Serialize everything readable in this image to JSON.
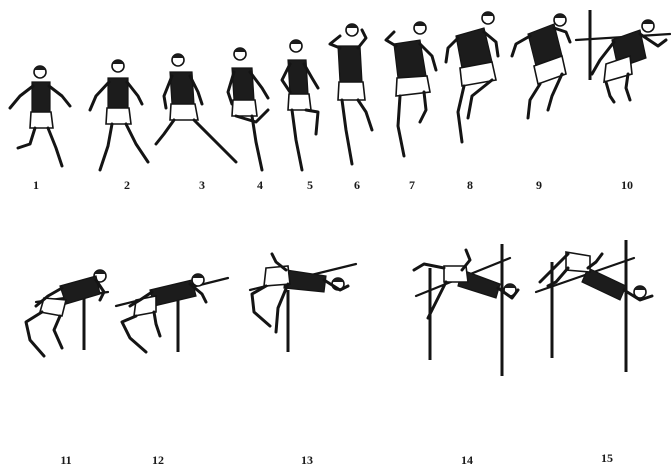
{
  "frames": [
    {
      "label": "1"
    },
    {
      "label": "2"
    },
    {
      "label": "3"
    },
    {
      "label": "4"
    },
    {
      "label": "5"
    },
    {
      "label": "6"
    },
    {
      "label": "7"
    },
    {
      "label": "8"
    },
    {
      "label": "9"
    },
    {
      "label": "10"
    },
    {
      "label": "11"
    },
    {
      "label": "12"
    },
    {
      "label": "13"
    },
    {
      "label": "14"
    },
    {
      "label": "15"
    }
  ]
}
